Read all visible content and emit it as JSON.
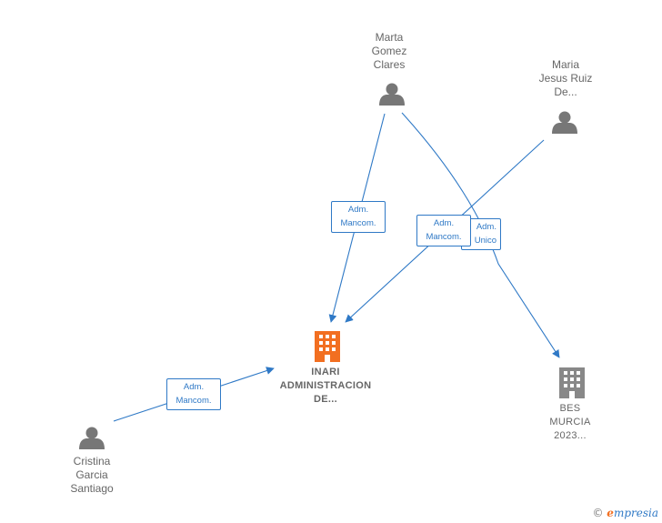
{
  "people": {
    "marta": {
      "label": "Marta\nGomez\nClares"
    },
    "maria": {
      "label": "Maria\nJesus Ruiz\nDe..."
    },
    "cristina": {
      "label": "Cristina\nGarcia\nSantiago"
    }
  },
  "companies": {
    "inari": {
      "label": "INARI\nADMINISTRACION\nDE..."
    },
    "bes": {
      "label": "BES\nMURCIA\n2023..."
    }
  },
  "edges": {
    "marta_inari": "Adm.\nMancom.",
    "maria_inari": "Adm.\nMancom.",
    "marta_bes": "Adm.\nUnico",
    "cristina_inari": "Adm.\nMancom."
  },
  "brand": {
    "copyright": "©",
    "initial": "e",
    "rest": "mpresia"
  },
  "colors": {
    "edge": "#2f79c6",
    "person": "#777777",
    "company_main": "#f26f21",
    "company_other": "#888888"
  }
}
